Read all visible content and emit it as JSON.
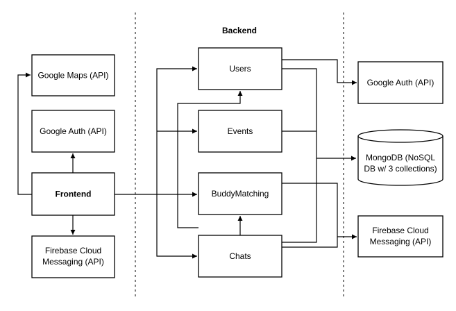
{
  "sections": {
    "backend_title": "Backend"
  },
  "nodes": {
    "google_maps": "Google Maps (API)",
    "google_auth_left": "Google Auth (API)",
    "frontend": "Frontend",
    "firebase_left_line1": "Firebase Cloud",
    "firebase_left_line2": "Messaging (API)",
    "users": "Users",
    "events": "Events",
    "buddy_matching": "BuddyMatching",
    "chats": "Chats",
    "google_auth_right": "Google Auth (API)",
    "mongodb_line1": "MongoDB (NoSQL",
    "mongodb_line2": "DB w/ 3 collections)",
    "firebase_right_line1": "Firebase Cloud",
    "firebase_right_line2": "Messaging (API)"
  },
  "colors": {
    "stroke": "#000000",
    "fill": "#ffffff",
    "background": "#ffffff"
  }
}
